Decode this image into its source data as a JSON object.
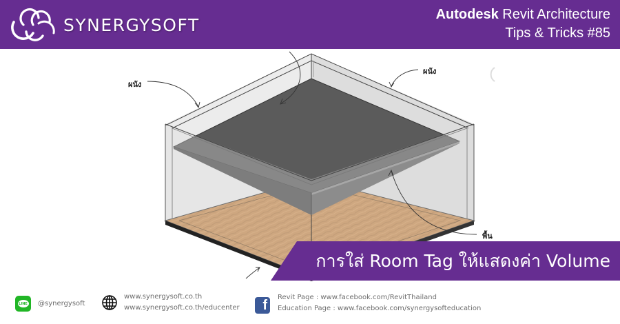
{
  "header": {
    "brand": "SYNERGYSOFT",
    "product_bold": "Autodesk",
    "product_rest": " Revit Architecture",
    "series": "Tips & Tricks #85",
    "bg_color": "#662d91"
  },
  "drawing": {
    "labels": {
      "wall_left": "ผนัง",
      "wall_right": "ผนัง",
      "floor": "พื้น"
    },
    "colors": {
      "ceiling": "#595959",
      "wall": "#e4e4e4",
      "floor_wood": "#c4894e"
    }
  },
  "banner": {
    "title": "การใส่ Room Tag ให้แสดงค่า Volume"
  },
  "footer": {
    "line": {
      "icon": "line-icon",
      "icon_text": "LINE",
      "handle": "@synergysoft"
    },
    "web": {
      "icon": "globe-icon",
      "urls": [
        "www.synergysoft.co.th",
        "www.synergysoft.co.th/educenter"
      ]
    },
    "facebook": {
      "icon": "facebook-icon",
      "icon_text": "f",
      "pages": [
        "Revit Page : www.facebook.com/RevitThailand",
        "Education Page : www.facebook.com/synergysofteducation"
      ]
    }
  }
}
